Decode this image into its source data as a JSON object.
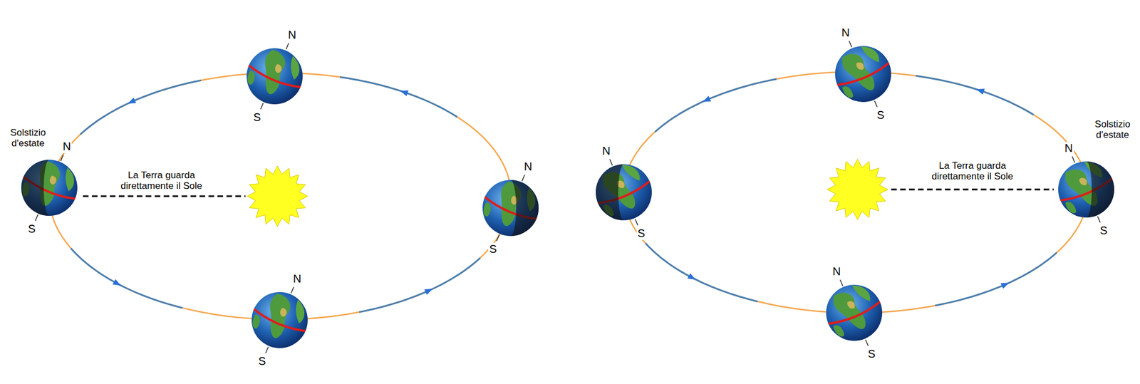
{
  "diagram": {
    "labels": [
      "N",
      "S",
      "Solstizio d'estate",
      "N",
      "La Terra guarda direttamente il Sole",
      "N",
      "S",
      "S",
      "N",
      "S",
      "N",
      "S",
      "N",
      "N",
      "Solstizio d'estate",
      "La Terra guarda direttamente il Sole",
      "S",
      "S",
      "N",
      "S"
    ]
  }
}
